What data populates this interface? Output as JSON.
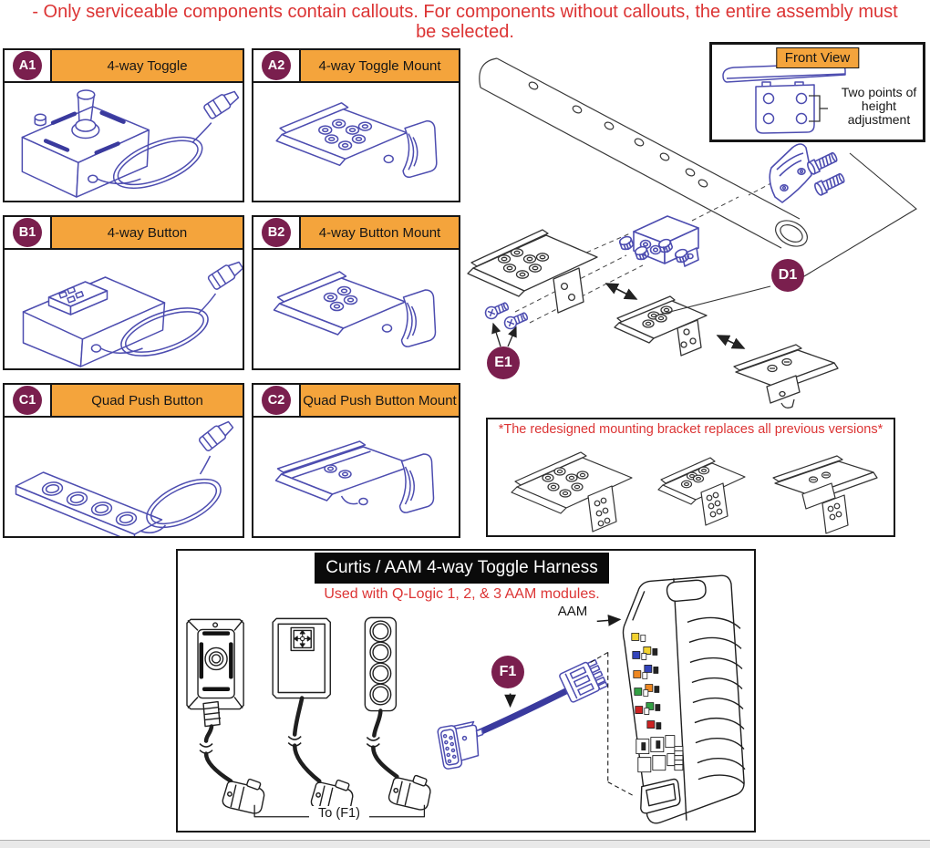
{
  "page": {
    "top_note": "- Only serviceable components contain callouts. For components without callouts, the entire assembly must be selected."
  },
  "components": [
    {
      "id": "A1",
      "title": "4-way Toggle"
    },
    {
      "id": "A2",
      "title": "4-way Toggle Mount"
    },
    {
      "id": "B1",
      "title": "4-way Button"
    },
    {
      "id": "B2",
      "title": "4-way Button Mount"
    },
    {
      "id": "C1",
      "title": "Quad Push Button"
    },
    {
      "id": "C2",
      "title": "Quad Push Button Mount"
    }
  ],
  "front_view": {
    "label": "Front View",
    "note": "Two points of height adjustment"
  },
  "assembly": {
    "callout_d": "D1",
    "callout_e": "E1"
  },
  "redesign": {
    "note": "*The redesigned mounting bracket replaces all previous versions*"
  },
  "harness": {
    "title": "Curtis / AAM 4-way Toggle Harness",
    "subtitle": "Used with Q-Logic 1, 2, & 3 AAM modules.",
    "aam_label": "AAM",
    "to_label": "To (F1)",
    "callout_f": "F1"
  },
  "colors": {
    "accent_orange": "#F4A43C",
    "badge_magenta": "#7A1F4E",
    "note_red": "#DC3434",
    "line_blue": "#4D4DB0",
    "harness_blue": "#3A3A9E",
    "aam_indicator_colors": [
      "#F2D230",
      "#3344BB",
      "#EE8822",
      "#33A044",
      "#CC2222"
    ]
  }
}
